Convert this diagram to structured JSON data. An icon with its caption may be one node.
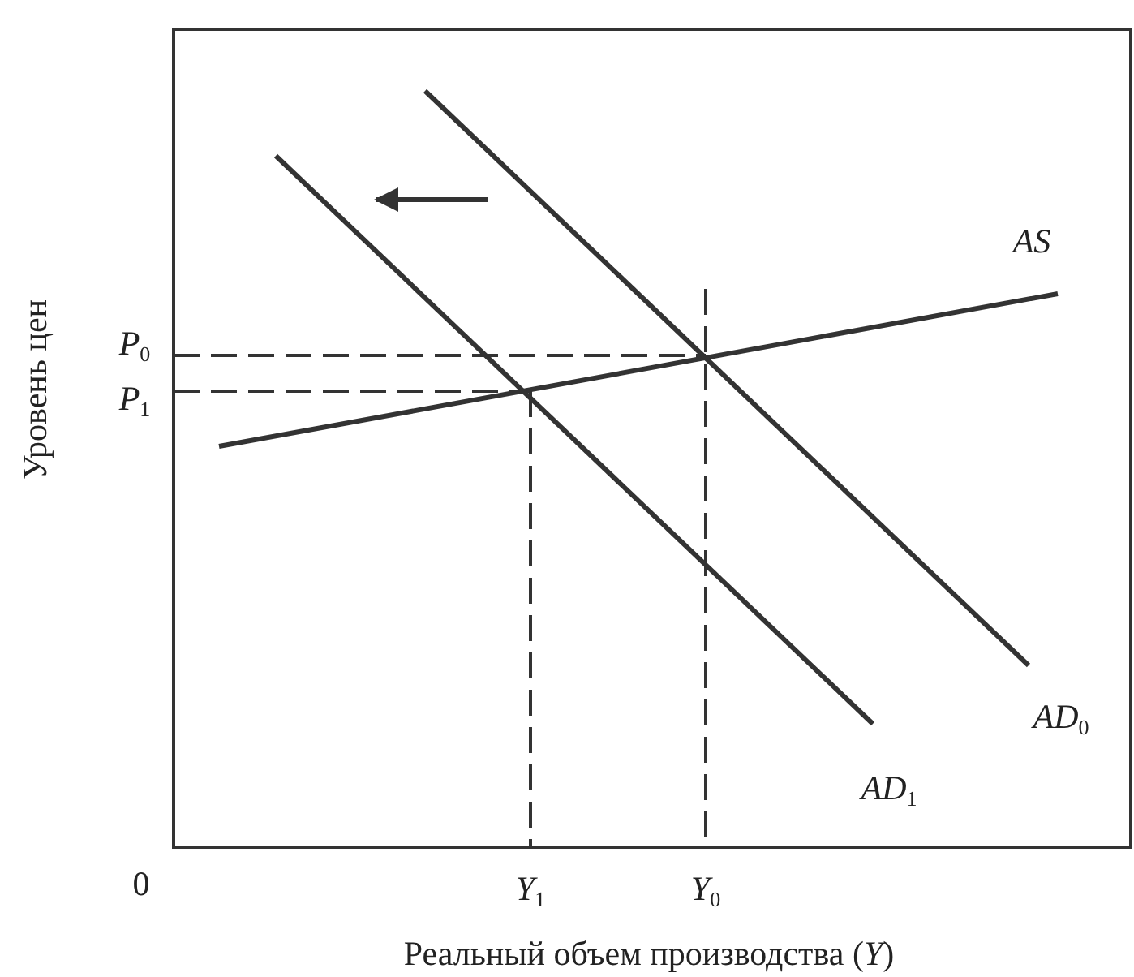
{
  "diagram": {
    "labels": [
      "AS",
      "*P*$_{0}$",
      "*P*$_{1}$",
      "Уровень цен",
      "*AD*$_{0}$",
      "*AD*$_{1}$",
      "0",
      "*Y*$_{1}$",
      "*Y*$_{0}$",
      "Реальный объем производства (*Y*)"
    ]
  }
}
